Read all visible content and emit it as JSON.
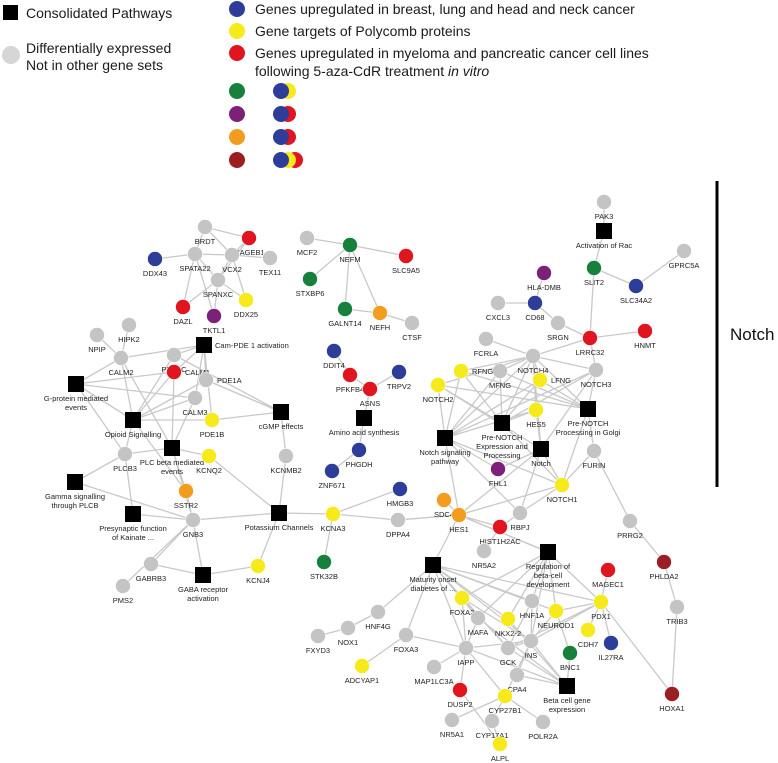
{
  "colors": {
    "gray": "#c4c4c4",
    "blue": "#2e3d99",
    "yellow": "#f7ea1a",
    "red": "#e0151f",
    "green": "#16803c",
    "purple": "#7c2079",
    "orange": "#f39c1e",
    "darkred": "#9b1e22",
    "black": "#000000",
    "edge": "#c9c9c9"
  },
  "legend": {
    "consolidated": "Consolidated Pathways",
    "diff_line1": "Differentially expressed",
    "diff_line2": "Not in other gene sets",
    "blue": "Genes upregulated in breast, lung and head and neck cancer",
    "yellow": "Gene targets of Polycomb proteins",
    "red_line1": "Genes upregulated in myeloma and pancreatic cancer cell lines",
    "red_line2": "following 5-aza-CdR treatment ",
    "red_line2_italic": "in vitro",
    "combos": [
      {
        "color": "green",
        "parts": [
          "blue",
          "yellow"
        ]
      },
      {
        "color": "purple",
        "parts": [
          "blue",
          "red"
        ]
      },
      {
        "color": "orange",
        "parts": [
          "blue",
          "red"
        ]
      },
      {
        "color": "darkred",
        "parts": [
          "blue",
          "yellow",
          "red"
        ]
      }
    ]
  },
  "notch_label": "Notch",
  "nodes": [
    {
      "id": "PAK3",
      "c": "gray",
      "l": [
        "PAK3"
      ]
    },
    {
      "id": "ActRac",
      "c": "black",
      "l": [
        "Activation of Rac"
      ]
    },
    {
      "id": "GPRC5A",
      "c": "gray",
      "l": [
        "GPRC5A"
      ]
    },
    {
      "id": "SLIT2",
      "c": "green",
      "l": [
        "SLIT2"
      ]
    },
    {
      "id": "SLC34A2",
      "c": "blue",
      "l": [
        "SLC34A2"
      ]
    },
    {
      "id": "HLA-DMB",
      "c": "purple",
      "l": [
        "HLA-DMB"
      ]
    },
    {
      "id": "CXCL3",
      "c": "gray",
      "l": [
        "CXCL3"
      ]
    },
    {
      "id": "CD68",
      "c": "blue",
      "l": [
        "CD68"
      ]
    },
    {
      "id": "SRGN",
      "c": "gray",
      "l": [
        "SRGN"
      ]
    },
    {
      "id": "LRRC32",
      "c": "red",
      "l": [
        "LRRC32"
      ]
    },
    {
      "id": "HNMT",
      "c": "red",
      "l": [
        "HNMT"
      ]
    },
    {
      "id": "FCRLA",
      "c": "gray",
      "l": [
        "FCRLA"
      ]
    },
    {
      "id": "NOTCH4",
      "c": "gray",
      "l": [
        "NOTCH4"
      ]
    },
    {
      "id": "MFNG",
      "c": "gray",
      "l": [
        "MFNG"
      ]
    },
    {
      "id": "NOTCH3",
      "c": "gray",
      "l": [
        "NOTCH3"
      ]
    },
    {
      "id": "RFNG",
      "c": "yellow",
      "l": [
        "RFNG"
      ]
    },
    {
      "id": "LFNG",
      "c": "yellow",
      "l": [
        "LFNG"
      ]
    },
    {
      "id": "NOTCH2",
      "c": "yellow",
      "l": [
        "NOTCH2"
      ]
    },
    {
      "id": "HES5",
      "c": "yellow",
      "l": [
        "HES5"
      ]
    },
    {
      "id": "PreNotchEP",
      "c": "black",
      "l": [
        "Pre-NOTCH",
        "Expression and",
        "Processing"
      ]
    },
    {
      "id": "PreNotchGolgi",
      "c": "black",
      "l": [
        "Pre-NOTCH",
        "Processing in Golgi"
      ]
    },
    {
      "id": "NotchSig",
      "c": "black",
      "l": [
        "Notch signaling",
        "pathway"
      ]
    },
    {
      "id": "Notch",
      "c": "black",
      "l": [
        "Notch"
      ]
    },
    {
      "id": "FURIN",
      "c": "gray",
      "l": [
        "FURIN"
      ]
    },
    {
      "id": "FHL1",
      "c": "purple",
      "l": [
        "FHL1"
      ]
    },
    {
      "id": "NOTCH1",
      "c": "yellow",
      "l": [
        "NOTCH1"
      ]
    },
    {
      "id": "SDC4",
      "c": "orange",
      "l": [
        "SDC4"
      ]
    },
    {
      "id": "HES1",
      "c": "orange",
      "l": [
        "HES1"
      ]
    },
    {
      "id": "RBPJ",
      "c": "gray",
      "l": [
        "RBPJ"
      ]
    },
    {
      "id": "HIST1H2AC",
      "c": "red",
      "l": [
        "HIST1H2AC"
      ]
    },
    {
      "id": "PRRG2",
      "c": "gray",
      "l": [
        "PRRG2"
      ]
    },
    {
      "id": "NR5A2",
      "c": "gray",
      "l": [
        "NR5A2"
      ]
    },
    {
      "id": "RegBeta",
      "c": "black",
      "l": [
        "Regulation of",
        "beta-cell",
        "development"
      ]
    },
    {
      "id": "MODY",
      "c": "black",
      "l": [
        "Maturity onset",
        "diabetes of ..."
      ]
    },
    {
      "id": "PHLDA2",
      "c": "darkred",
      "l": [
        "PHLDA2"
      ]
    },
    {
      "id": "MAGEC1",
      "c": "red",
      "l": [
        "MAGEC1"
      ]
    },
    {
      "id": "PDX1",
      "c": "yellow",
      "l": [
        "PDX1"
      ]
    },
    {
      "id": "TRIB3",
      "c": "gray",
      "l": [
        "TRIB3"
      ]
    },
    {
      "id": "HNF1A",
      "c": "gray",
      "l": [
        "HNF1A"
      ]
    },
    {
      "id": "NEUROD1",
      "c": "yellow",
      "l": [
        "NEUROD1"
      ]
    },
    {
      "id": "CDH7",
      "c": "yellow",
      "l": [
        "CDH7"
      ]
    },
    {
      "id": "IL27RA",
      "c": "blue",
      "l": [
        "IL27RA"
      ]
    },
    {
      "id": "FOXA2",
      "c": "yellow",
      "l": [
        "FOXA2"
      ]
    },
    {
      "id": "MAFA",
      "c": "gray",
      "l": [
        "MAFA"
      ]
    },
    {
      "id": "NKX2-2",
      "c": "yellow",
      "l": [
        "NKX2-2"
      ]
    },
    {
      "id": "HNF4G",
      "c": "gray",
      "l": [
        "HNF4G"
      ]
    },
    {
      "id": "NOX1",
      "c": "gray",
      "l": [
        "NOX1"
      ]
    },
    {
      "id": "FXYD3",
      "c": "gray",
      "l": [
        "FXYD3"
      ]
    },
    {
      "id": "FOXA3",
      "c": "gray",
      "l": [
        "FOXA3"
      ]
    },
    {
      "id": "IAPP",
      "c": "gray",
      "l": [
        "IAPP"
      ]
    },
    {
      "id": "GCK",
      "c": "gray",
      "l": [
        "GCK"
      ]
    },
    {
      "id": "INS",
      "c": "gray",
      "l": [
        "INS"
      ]
    },
    {
      "id": "BNC1",
      "c": "green",
      "l": [
        "BNC1"
      ]
    },
    {
      "id": "HOXA1",
      "c": "darkred",
      "l": [
        "HOXA1"
      ]
    },
    {
      "id": "ADCYAP1",
      "c": "yellow",
      "l": [
        "ADCYAP1"
      ]
    },
    {
      "id": "MAP1LC3A",
      "c": "gray",
      "l": [
        "MAP1LC3A"
      ]
    },
    {
      "id": "CPA4",
      "c": "gray",
      "l": [
        "CPA4"
      ]
    },
    {
      "id": "BetaCell",
      "c": "black",
      "l": [
        "Beta cell gene",
        "expression"
      ]
    },
    {
      "id": "DUSP2",
      "c": "red",
      "l": [
        "DUSP2"
      ]
    },
    {
      "id": "CYP27B1",
      "c": "yellow",
      "l": [
        "CYP27B1"
      ]
    },
    {
      "id": "NR5A1",
      "c": "gray",
      "l": [
        "NR5A1"
      ]
    },
    {
      "id": "CYP17A1",
      "c": "gray",
      "l": [
        "CYP17A1"
      ]
    },
    {
      "id": "POLR2A",
      "c": "gray",
      "l": [
        "POLR2A"
      ]
    },
    {
      "id": "ALPL",
      "c": "yellow",
      "l": [
        "ALPL"
      ]
    },
    {
      "id": "BRDT",
      "c": "gray",
      "l": [
        "BRDT"
      ]
    },
    {
      "id": "MAGEB1",
      "c": "red",
      "l": [
        "MAGEB1"
      ]
    },
    {
      "id": "DDX43",
      "c": "blue",
      "l": [
        "DDX43"
      ]
    },
    {
      "id": "SPATA22",
      "c": "gray",
      "l": [
        "SPATA22"
      ]
    },
    {
      "id": "VCX2",
      "c": "gray",
      "l": [
        "VCX2"
      ]
    },
    {
      "id": "TEX11",
      "c": "gray",
      "l": [
        "TEX11"
      ]
    },
    {
      "id": "SPANXC",
      "c": "gray",
      "l": [
        "SPANXC"
      ]
    },
    {
      "id": "DAZL",
      "c": "red",
      "l": [
        "DAZL"
      ]
    },
    {
      "id": "TKTL1",
      "c": "purple",
      "l": [
        "TKTL1"
      ]
    },
    {
      "id": "DDX25",
      "c": "yellow",
      "l": [
        "DDX25"
      ]
    },
    {
      "id": "MCF2",
      "c": "gray",
      "l": [
        "MCF2"
      ]
    },
    {
      "id": "NEFM",
      "c": "green",
      "l": [
        "NEFM"
      ]
    },
    {
      "id": "SLC9A5",
      "c": "red",
      "l": [
        "SLC9A5"
      ]
    },
    {
      "id": "STXBP6",
      "c": "green",
      "l": [
        "STXBP6"
      ]
    },
    {
      "id": "GALNT14",
      "c": "green",
      "l": [
        "GALNT14"
      ]
    },
    {
      "id": "NEFH",
      "c": "orange",
      "l": [
        "NEFH"
      ]
    },
    {
      "id": "CTSF",
      "c": "gray",
      "l": [
        "CTSF"
      ]
    },
    {
      "id": "DDIT4",
      "c": "blue",
      "l": [
        "DDIT4"
      ]
    },
    {
      "id": "PFKFB4",
      "c": "red",
      "l": [
        "PFKFB4"
      ]
    },
    {
      "id": "TRPV2",
      "c": "blue",
      "l": [
        "TRPV2"
      ]
    },
    {
      "id": "ASNS",
      "c": "red",
      "l": [
        "ASNS"
      ]
    },
    {
      "id": "AminoAcid",
      "c": "black",
      "l": [
        "Amino acid synthesis"
      ]
    },
    {
      "id": "PHGDH",
      "c": "blue",
      "l": [
        "PHGDH"
      ]
    },
    {
      "id": "ZNF671",
      "c": "blue",
      "l": [
        "ZNF671"
      ]
    },
    {
      "id": "HMGB3",
      "c": "blue",
      "l": [
        "HMGB3"
      ]
    },
    {
      "id": "KCNA3",
      "c": "yellow",
      "l": [
        "KCNA3"
      ]
    },
    {
      "id": "DPPA4",
      "c": "gray",
      "l": [
        "DPPA4"
      ]
    },
    {
      "id": "STK32B",
      "c": "green",
      "l": [
        "STK32B"
      ]
    },
    {
      "id": "NPIP",
      "c": "gray",
      "l": [
        "NPIP"
      ]
    },
    {
      "id": "HIPK2",
      "c": "gray",
      "l": [
        "HIPK2"
      ]
    },
    {
      "id": "CamPDE",
      "c": "black",
      "l": [
        "Cam-PDE 1 activation"
      ]
    },
    {
      "id": "CALM2",
      "c": "gray",
      "l": [
        "CALM2"
      ]
    },
    {
      "id": "PDE1C",
      "c": "gray",
      "l": [
        "PDE1C"
      ]
    },
    {
      "id": "CALM1",
      "c": "red",
      "l": [
        "CALM1"
      ]
    },
    {
      "id": "PDE1A",
      "c": "gray",
      "l": [
        "PDE1A"
      ]
    },
    {
      "id": "GProtein",
      "c": "black",
      "l": [
        "G-protein mediated",
        "events"
      ]
    },
    {
      "id": "CALM3",
      "c": "gray",
      "l": [
        "CALM3"
      ]
    },
    {
      "id": "Opioid",
      "c": "black",
      "l": [
        "Opioid Signalling"
      ]
    },
    {
      "id": "PDE1B",
      "c": "yellow",
      "l": [
        "PDE1B"
      ]
    },
    {
      "id": "cGMP",
      "c": "black",
      "l": [
        "cGMP effects"
      ]
    },
    {
      "id": "PLCbeta",
      "c": "black",
      "l": [
        "PLC beta mediated",
        "events"
      ]
    },
    {
      "id": "PLCB3",
      "c": "gray",
      "l": [
        "PLCB3"
      ]
    },
    {
      "id": "KCNQ2",
      "c": "yellow",
      "l": [
        "KCNQ2"
      ]
    },
    {
      "id": "KCNMB2",
      "c": "gray",
      "l": [
        "KCNMB2"
      ]
    },
    {
      "id": "Gamma",
      "c": "black",
      "l": [
        "Gamma signalling",
        "through PLCB"
      ]
    },
    {
      "id": "SSTR2",
      "c": "orange",
      "l": [
        "SSTR2"
      ]
    },
    {
      "id": "Presyn",
      "c": "black",
      "l": [
        "Presynaptic function",
        "of Kainate ..."
      ]
    },
    {
      "id": "GNB3",
      "c": "gray",
      "l": [
        "GNB3"
      ]
    },
    {
      "id": "K_Chan",
      "c": "black",
      "l": [
        "Potassium Channels"
      ]
    },
    {
      "id": "GABRB3",
      "c": "gray",
      "l": [
        "GABRB3"
      ]
    },
    {
      "id": "GABA",
      "c": "black",
      "l": [
        "GABA receptor",
        "activation"
      ]
    },
    {
      "id": "KCNJ4",
      "c": "yellow",
      "l": [
        "KCNJ4"
      ]
    },
    {
      "id": "PMS2",
      "c": "gray",
      "l": [
        "PMS2"
      ]
    }
  ]
}
